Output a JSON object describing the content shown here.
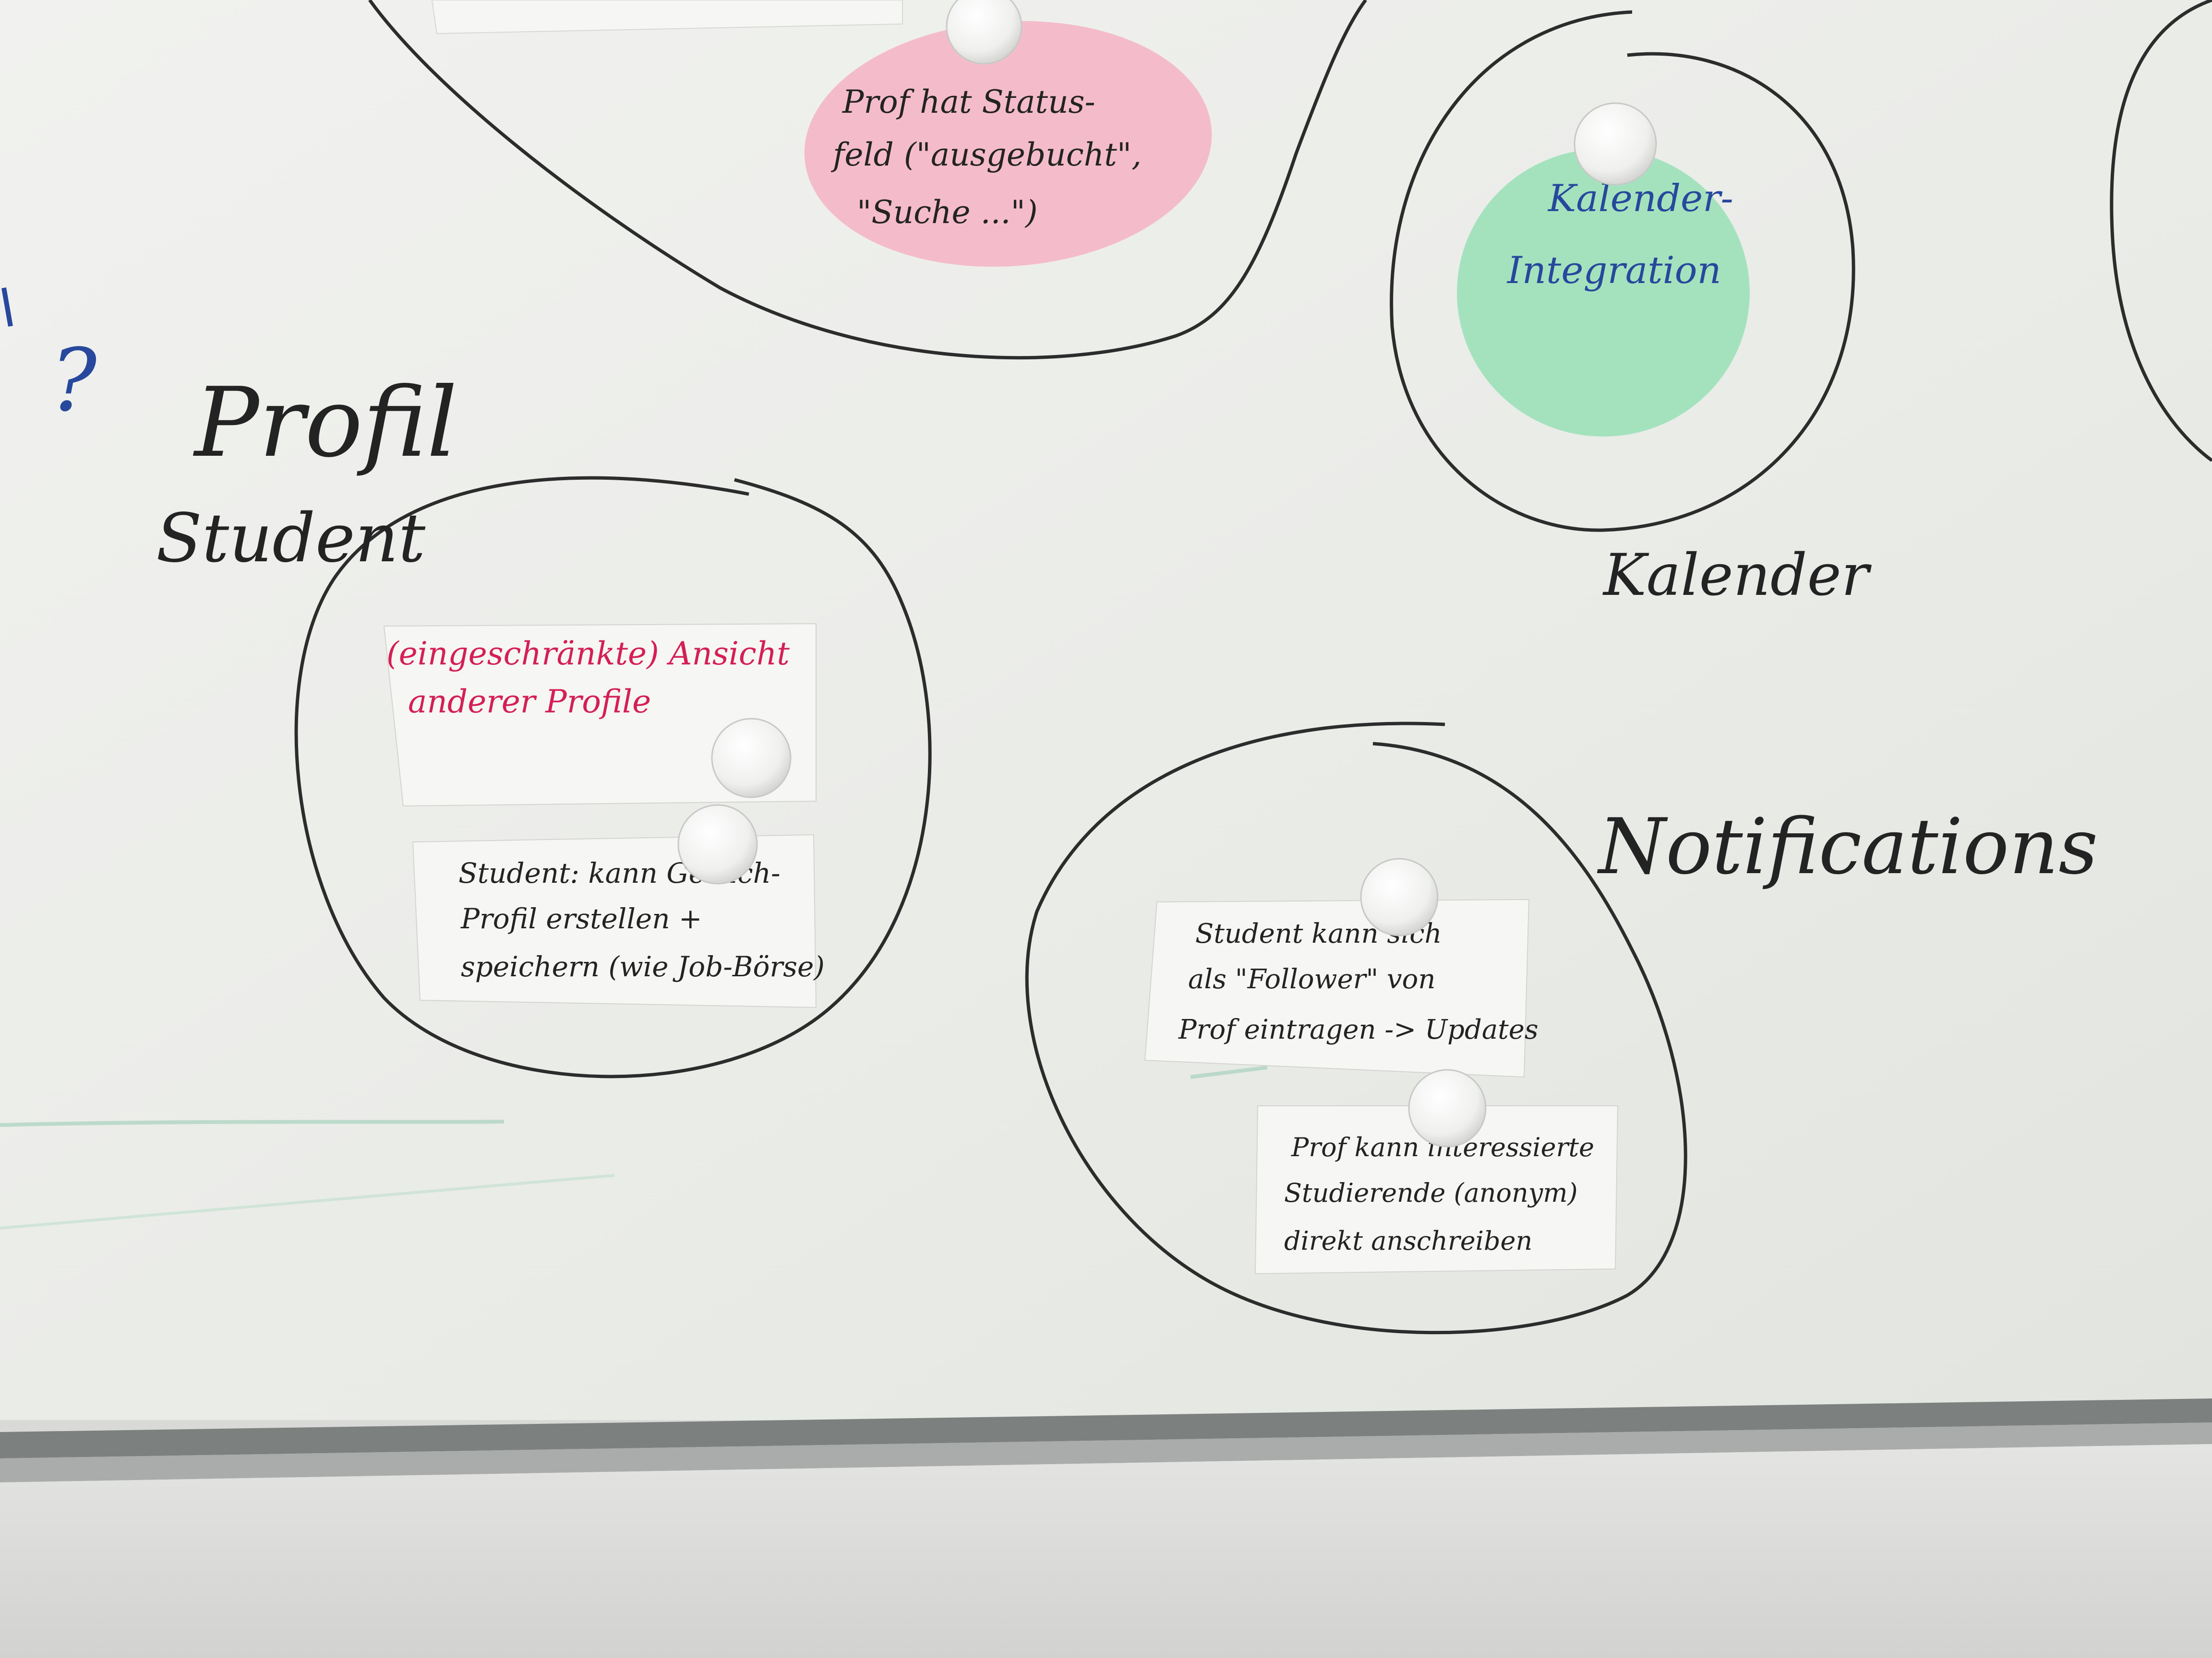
{
  "colors": {
    "board": "#eceeea",
    "marker_black": "#232323",
    "marker_blue": "#27489c",
    "marker_red": "#d41f55",
    "oval_pink": "#f4bccb",
    "circle_green": "#a4e2be",
    "magnet": "#f1f2f0"
  },
  "icons": [
    "magnet-icon"
  ],
  "board_labels": {
    "question_mark": "?",
    "profil": "Profil",
    "student": "Student",
    "kalender": "Kalender",
    "notifications": "Notifications"
  },
  "notes": {
    "prof_status": [
      "Prof hat Status-",
      "feld (\"ausgebucht\",",
      "\"Suche ...\")"
    ],
    "kalender_integration": [
      "Kalender-",
      "Integration"
    ],
    "eingeschraenkte_ansicht": [
      "(eingeschränkte) Ansicht",
      "anderer Profile"
    ],
    "student_gesuch": [
      "Student: kann Gesuch-",
      "Profil erstellen +",
      "speichern (wie Job-Börse)"
    ],
    "student_follower": [
      "Student kann sich",
      "als \"Follower\" von",
      "Prof eintragen -> Updates"
    ],
    "prof_anschreiben": [
      "Prof kann interessierte",
      "Studierende (anonym)",
      "direkt anschreiben"
    ]
  }
}
